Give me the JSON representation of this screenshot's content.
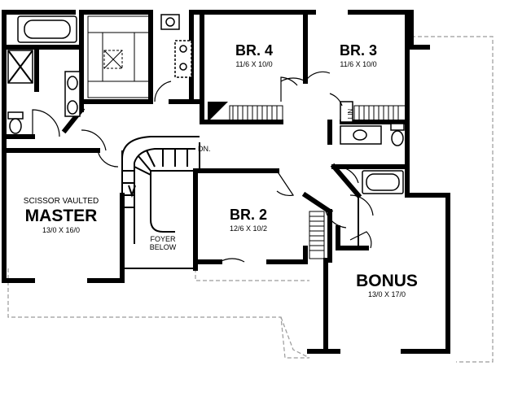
{
  "rooms": {
    "br4": {
      "name": "BR. 4",
      "dims": "11/6 X 10/0"
    },
    "br3": {
      "name": "BR. 3",
      "dims": "11/6 X 10/0"
    },
    "br2": {
      "name": "BR. 2",
      "dims": "12/6 X 10/2"
    },
    "master": {
      "subtitle": "SCISSOR VAULTED",
      "name": "MASTER",
      "dims": "13/0 X 16/0"
    },
    "bonus": {
      "name": "BONUS",
      "dims": "13/0 X 17/0"
    },
    "foyer": {
      "line1": "FOYER",
      "line2": "BELOW"
    }
  },
  "labels": {
    "down": "DN.",
    "linen": "LIN"
  }
}
